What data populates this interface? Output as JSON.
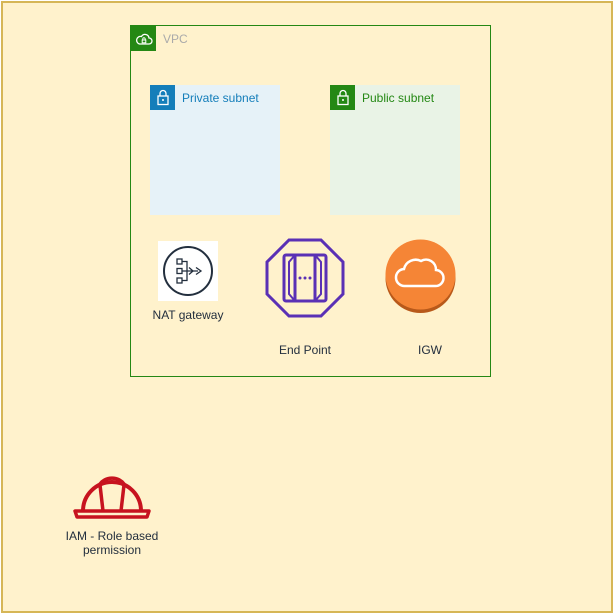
{
  "vpc": {
    "label": "VPC",
    "color": "#248814"
  },
  "subnets": {
    "private": {
      "label": "Private subnet",
      "color": "#147eba",
      "fill": "#e6f2f8"
    },
    "public": {
      "label": "Public subnet",
      "color": "#248814",
      "fill": "#e9f3e6"
    }
  },
  "nodes": {
    "nat": {
      "label": "NAT gateway",
      "icon": "nat-gateway-icon"
    },
    "endpoint": {
      "label": "End Point",
      "icon": "vpc-endpoint-icon",
      "color": "#5a30b5"
    },
    "igw": {
      "label": "IGW",
      "icon": "internet-gateway-cloud-icon",
      "color": "#f58536"
    },
    "iam": {
      "label": "IAM - Role based permission",
      "icon": "iam-role-hardhat-icon",
      "color": "#c7131f"
    }
  },
  "colors": {
    "background": "#fff2cc",
    "border": "#d6b656"
  }
}
